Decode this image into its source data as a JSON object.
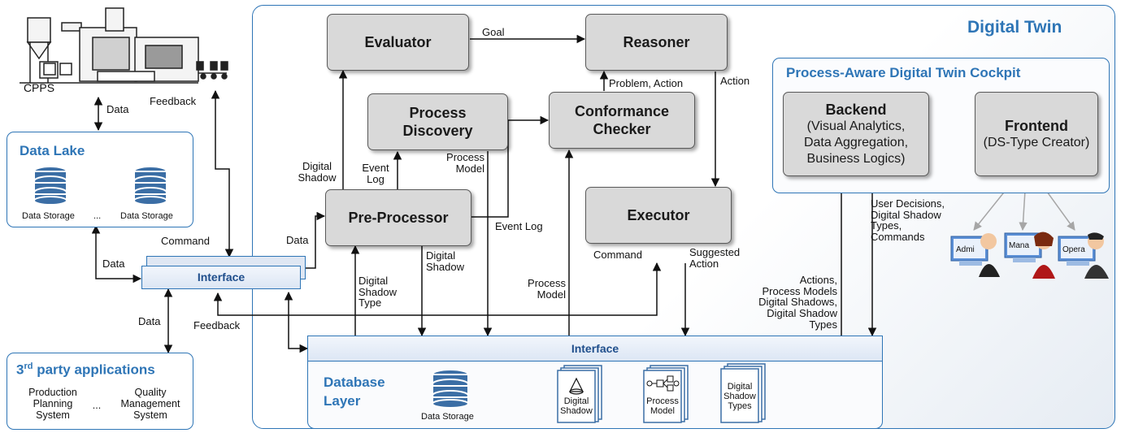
{
  "title": "Digital Twin",
  "cpps": {
    "label": "CPPS"
  },
  "data_lake": {
    "title": "Data Lake",
    "storage_1": "Data Storage",
    "ellipsis": "...",
    "storage_2": "Data Storage"
  },
  "third_party": {
    "title_prefix": "3",
    "title_sup": "rd",
    "title_suffix": " party applications",
    "app_1": [
      "Production",
      "Planning",
      "System"
    ],
    "ellipsis": "...",
    "app_2": [
      "Quality",
      "Management",
      "System"
    ]
  },
  "left_interface": "Interface",
  "boxes": {
    "evaluator": "Evaluator",
    "reasoner": "Reasoner",
    "process_discovery": [
      "Process",
      "Discovery"
    ],
    "conformance_checker": [
      "Conformance",
      "Checker"
    ],
    "pre_processor": "Pre-Processor",
    "executor": "Executor"
  },
  "cockpit": {
    "title": "Process-Aware Digital Twin Cockpit",
    "backend_title": "Backend",
    "backend_sub": [
      "(Visual Analytics,",
      "Data Aggregation,",
      "Business Logics)"
    ],
    "frontend_title": "Frontend",
    "frontend_sub": "(DS-Type Creator)",
    "users": [
      "Admi",
      "Mana",
      "Opera"
    ]
  },
  "database": {
    "interface": "Interface",
    "title": [
      "Database",
      "Layer"
    ],
    "storage": "Data Storage",
    "docs": [
      [
        "Digital",
        "Shadow"
      ],
      [
        "Process",
        "Model"
      ],
      [
        "Digital",
        "Shadow",
        "Types"
      ]
    ]
  },
  "labels": {
    "data_cpps": "Data",
    "feedback_top": "Feedback",
    "command": "Command",
    "data_lake_link": "Data",
    "data_pre": "Data",
    "data_3rd": "Data",
    "feedback_bottom": "Feedback",
    "goal": "Goal",
    "problem_action": "Problem, Action",
    "action": "Action",
    "digital_shadow_left": [
      "Digital",
      "Shadow"
    ],
    "event_log_up": [
      "Event",
      "Log"
    ],
    "process_model_pd": [
      "Process",
      "Model"
    ],
    "event_log_right": "Event Log",
    "digital_shadow_down": [
      "Digital",
      "Shadow"
    ],
    "digital_shadow_type": [
      "Digital",
      "Shadow",
      "Type"
    ],
    "process_model_cc": [
      "Process",
      "Model"
    ],
    "command_exec": "Command",
    "suggested_action": [
      "Suggested",
      "Action"
    ],
    "db_to_backend": [
      "Actions,",
      "Process Models",
      "Digital Shadows,",
      "Digital Shadow",
      "Types"
    ],
    "backend_to_db": [
      "User Decisions,",
      "Digital Shadow",
      "Types,",
      "Commands"
    ]
  },
  "colors": {
    "accent": "#2e75b6",
    "box_fill": "#d9d9d9",
    "box_border": "#595959"
  }
}
